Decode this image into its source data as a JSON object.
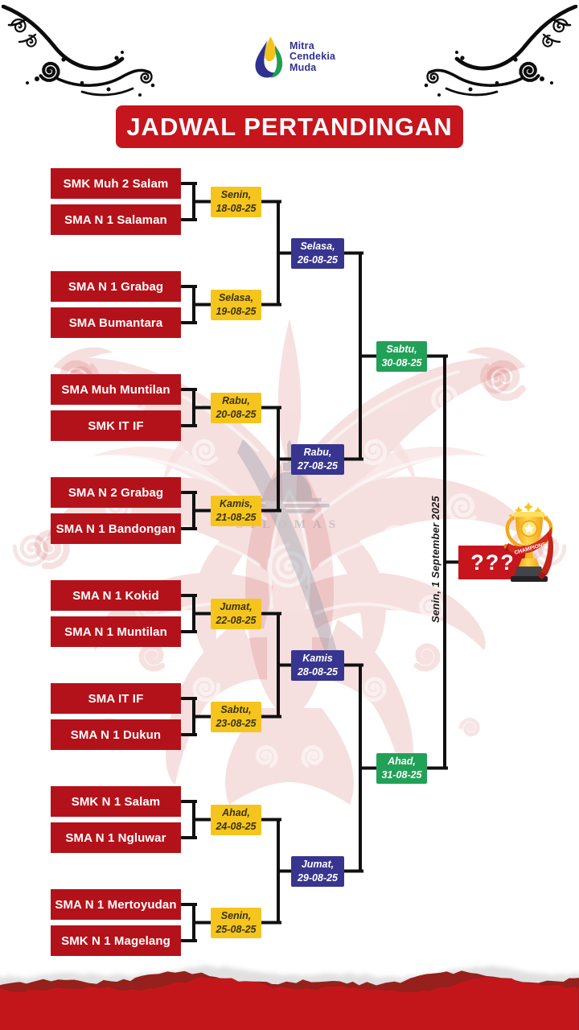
{
  "poster": {
    "title": "JADWAL PERTANDINGAN",
    "logo": {
      "line1": "Mitra",
      "line2": "Cendekia",
      "line3": "Muda"
    },
    "watermark_text": "SILOMAS",
    "trophy_ribbon": "CHAMPIONS",
    "final": {
      "winner_placeholder": "???",
      "date_rotated": "Senin, 1 September 2025"
    },
    "colors": {
      "team_red": "#b4121a",
      "banner_red": "#c6151d",
      "yellow": "#f6c51d",
      "yellow_text": "#3a3317",
      "navy": "#37358f",
      "green": "#21a157",
      "line": "#101010",
      "bottom_red": "#c3161b",
      "bottom_dark": "#96201b",
      "logo_text": "#2f3190"
    },
    "rounds": {
      "round1": [
        {
          "team1": "SMK Muh 2 Salam",
          "team2": "SMA N 1 Salaman",
          "date1": "Senin,",
          "date2": "18-08-25"
        },
        {
          "team1": "SMA N 1 Grabag",
          "team2": "SMA Bumantara",
          "date1": "Selasa,",
          "date2": "19-08-25"
        },
        {
          "team1": "SMA Muh Muntilan",
          "team2": "SMK IT IF",
          "date1": "Rabu,",
          "date2": "20-08-25"
        },
        {
          "team1": "SMA N 2 Grabag",
          "team2": "SMA N 1 Bandongan",
          "date1": "Kamis,",
          "date2": "21-08-25"
        },
        {
          "team1": "SMA N 1 Kokid",
          "team2": "SMA N 1 Muntilan",
          "date1": "Jumat,",
          "date2": "22-08-25"
        },
        {
          "team1": "SMA IT IF",
          "team2": "SMA N 1 Dukun",
          "date1": "Sabtu,",
          "date2": "23-08-25"
        },
        {
          "team1": "SMK N 1 Salam",
          "team2": "SMA N 1 Ngluwar",
          "date1": "Ahad,",
          "date2": "24-08-25"
        },
        {
          "team1": "SMA N 1 Mertoyudan",
          "team2": "SMK N 1 Magelang",
          "date1": "Senin,",
          "date2": "25-08-25"
        }
      ],
      "round2": [
        {
          "date1": "Selasa,",
          "date2": "26-08-25"
        },
        {
          "date1": "Rabu,",
          "date2": "27-08-25"
        },
        {
          "date1": "Kamis",
          "date2": "28-08-25"
        },
        {
          "date1": "Jumat,",
          "date2": "29-08-25"
        }
      ],
      "semifinal": [
        {
          "date1": "Sabtu,",
          "date2": "30-08-25"
        },
        {
          "date1": "Ahad,",
          "date2": "31-08-25"
        }
      ]
    }
  }
}
